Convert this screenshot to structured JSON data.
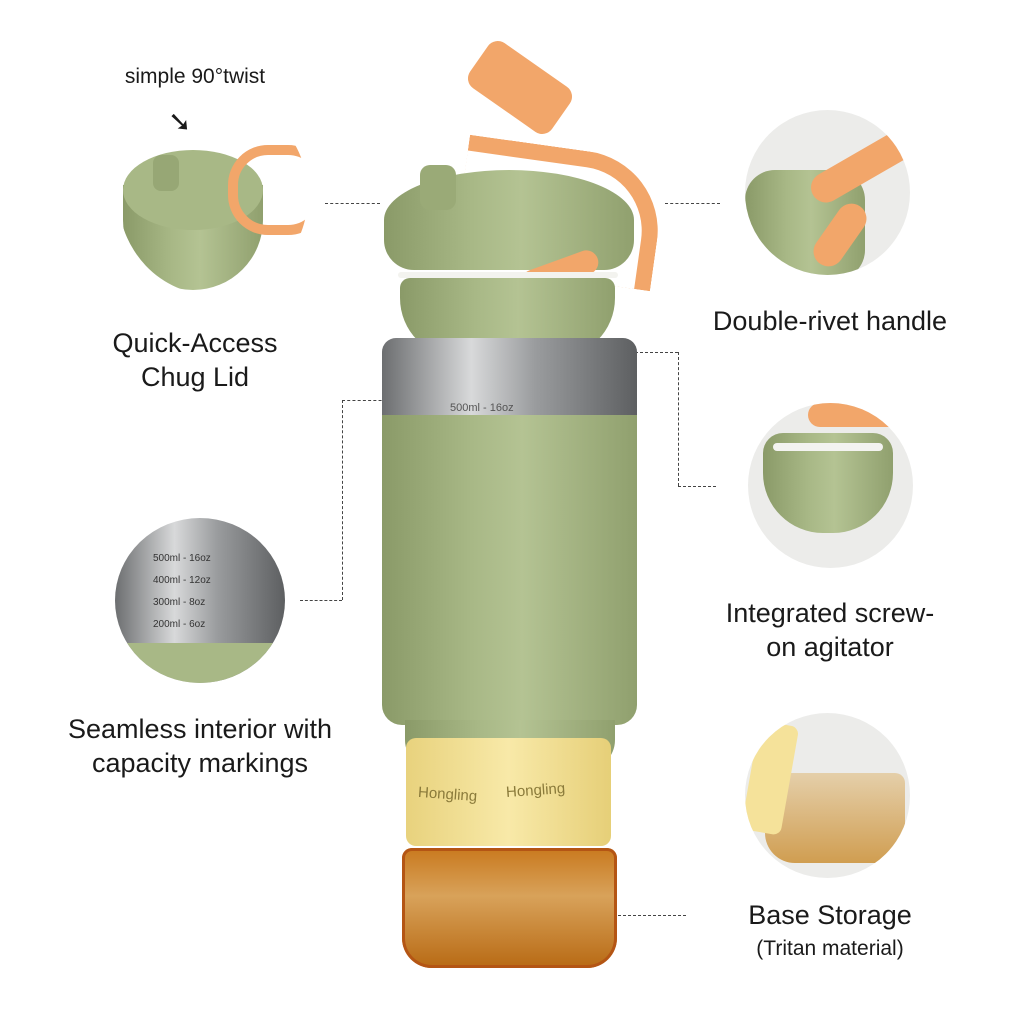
{
  "twist_note": "simple 90°twist",
  "features": {
    "chug_lid": [
      "Quick-Access",
      "Chug Lid"
    ],
    "handle": "Double-rivet handle",
    "agitator": [
      "Integrated screw-",
      "on agitator"
    ],
    "interior": [
      "Seamless interior with",
      "capacity markings"
    ],
    "base": {
      "title": "Base Storage",
      "subtitle": "(Tritan material)"
    }
  },
  "brand": "Hongling",
  "markings": {
    "bottle": [
      "500ml",
      "16oz"
    ],
    "interior_scale": [
      "500ml - 16oz",
      "400ml - 12oz",
      "300ml - 8oz",
      "200ml - 6oz"
    ]
  },
  "colors": {
    "body": "#a3b27f",
    "accent": "#f2a66a",
    "band": "#f5e29a",
    "base": "#c98a2a"
  }
}
